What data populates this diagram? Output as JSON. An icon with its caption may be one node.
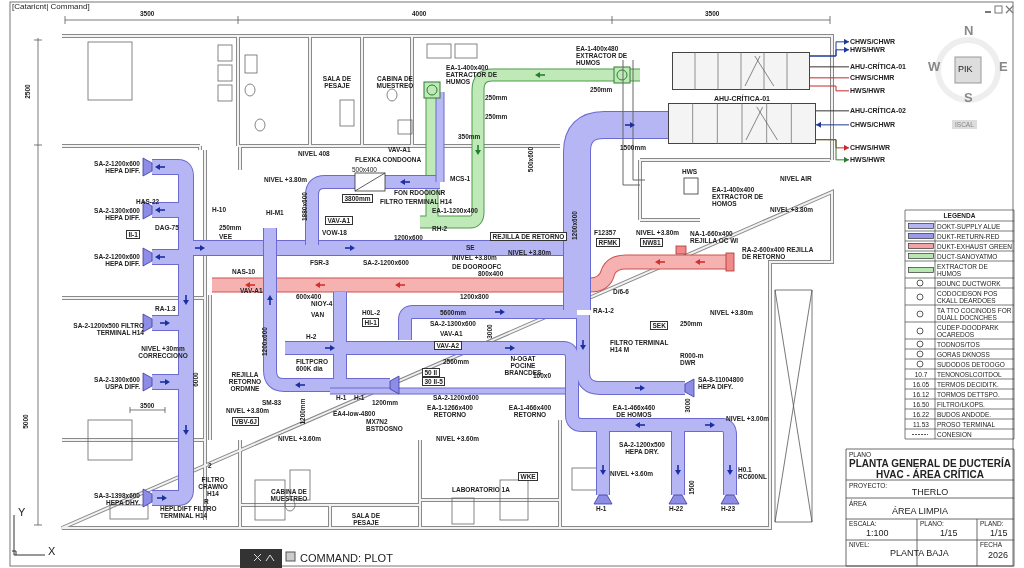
{
  "diagram": {
    "nodes": [
      {
        "text": [
          "AHU-CRÍTICA-01"
        ]
      },
      {
        "text": [],
        "shape": "box"
      },
      {
        "text": [
          "CHWS/CHWR"
        ]
      },
      {
        "text": [
          "HWS/HWR"
        ]
      },
      {
        "text": [
          "AHU-CRÍTICA-01"
        ]
      },
      {
        "text": [
          "CHWS/CHMR"
        ]
      },
      {
        "text": [
          "HWS/HWR"
        ]
      },
      {
        "text": [
          "AHU-CRÍTICA-02"
        ]
      },
      {
        "text": [
          "CHWS/CHWR"
        ]
      },
      {
        "text": [
          "CHWS/HWR"
        ]
      },
      {
        "text": [
          "HWS/HWR"
        ]
      }
    ],
    "edges": [
      {
        "from": 1,
        "to": 2,
        "arrow": "to",
        "color": "#1f3a93"
      },
      {
        "from": 1,
        "to": 3,
        "arrow": "to",
        "color": "#1f3a93"
      },
      {
        "from": 4,
        "to": 1,
        "arrow": "none",
        "color": "#333333"
      },
      {
        "from": 5,
        "to": 1,
        "arrow": "none",
        "color": "#c62828"
      },
      {
        "from": 6,
        "to": 1,
        "arrow": "none",
        "color": "#c62828"
      },
      {
        "from": 7,
        "to": 0,
        "arrow": "none",
        "color": "#333333"
      },
      {
        "from": 8,
        "to": 0,
        "arrow": "to",
        "color": "#1f3a93"
      },
      {
        "from": 0,
        "to": 9,
        "arrow": "to",
        "color": "#c62828"
      },
      {
        "from": 0,
        "to": 10,
        "arrow": "to",
        "color": "#2e7d32"
      }
    ],
    "labels": [
      "[Cataricnt| Command]",
      "3500",
      "4000",
      "3500",
      "2500",
      "SALA DE PESAJE",
      "CABINA DE MUESTREO",
      "EA-1-400x480 EXTRACTOR DE HUMOS",
      "EA-1-400x400 EATRACTOR DE HUMOS",
      "250mm",
      "250mm",
      "250mm",
      "350mm",
      "1500mm",
      "NIVEL 408",
      "VAV-A1",
      "FLEXKA CONDOONA",
      "500x400",
      "SA-2-1200x600 HEPA DIFF.",
      "NIVEL +3.80m",
      "MCS-1",
      "HWS",
      "NIVEL AIR",
      "FON RDOOIONR",
      "FILTRO TERMINAL H14",
      "EA-1-400x400 EXTRACTOR DE HOMOS",
      "3800mm",
      "HAS-22",
      "1880x600",
      "NIVEL +3.80m",
      "SA-2-1300x600 HEPA DIFF.",
      "H-10",
      "HI-M1",
      "VAV-A1",
      "EA-1-1200x400",
      "DAG-75",
      "II-1",
      "250mm",
      "VEE",
      "VOW-18",
      "RH-2",
      "1200x600",
      "F12357",
      "RFMK",
      "NIVEL +3.80m",
      "NW81",
      "NA-1-660x400 REJILLA OC WI",
      "1200x600",
      "500x600",
      "REJILLA DE RETORNO",
      "SE",
      "RA-2-600x400 REJILLA DE RETORNO",
      "SA-2-1200x600 HEPA DIFF.",
      "NIVEL +3.80m",
      "INIVEL +3.80m",
      "DE DOOROOFC",
      "FSR-3",
      "SA-2-1200x600",
      "NAS-10",
      "800x400",
      "600x400",
      "1200x800",
      "VAV-A1",
      "RA-1.3",
      "NIOY-4",
      "VAN",
      "D/6-6",
      "H0L-2",
      "5600mm",
      "RA-1-2",
      "NIVEL +3.80m",
      "HI-1",
      "SA-2-1300x600",
      "250mm",
      "SEK",
      "SA-2-1200x500 FILTRO TERMINAL H14",
      "VAV-A1",
      "H-2",
      "3000",
      "FILTRO TERMINAL H14 M",
      "VAV-A2",
      "NIVEL +30mm CORRECCIONO",
      "1200x600",
      "R000-m DWR",
      "6000",
      "2560mm",
      "N-OGAT POCINE BRANCDES",
      "FILTPCRO 600K dia",
      "50 II",
      "30 II-5",
      "REJILLA RETORNO ORDMNE",
      "SA-2-1300x600 USPA DIFF.",
      "100x0",
      "SA-8-11004800 HEPA DIFY.",
      "H-1",
      "H-1",
      "1200mm",
      "SA-2-1200x600",
      "SM-83",
      "3500",
      "EA-1-1266x400 RETORNO",
      "EA-1-466x400 RETORNO",
      "EA-1-466x460 DE HOMOS",
      "NIVEL +3.80m",
      "VBV-6J",
      "EA4-low-4800",
      "1200mm",
      "NIVEL +3.00m",
      "3000",
      "5000",
      "MX7N2 BSTDOSNO",
      "NIVEL +3.60m",
      "NIVEL +3.60m",
      "SA-2-1200x500 HEPA DRY.",
      "2",
      "NIVEL +3.60m",
      "H0.1 RC600NL",
      "WKE",
      "FILTRO CRAWNO H14",
      "SA-3-1398x600 HEPA DHY.",
      "CABINA DE MUESTREO",
      "LABORATORIO 1A",
      "1500",
      "R",
      "H-1",
      "H-22",
      "H-23",
      "HEPLDIFT FILTRO TERMINAL H14",
      "SALA DE PESAJE",
      "Y",
      "X",
      "COMMAND: PLOT",
      "N",
      "W",
      "PIK",
      "E",
      "S",
      "ISCAL",
      "LEGENDA",
      "10.7",
      "16.05",
      "16.12",
      "16.50",
      "16.22",
      "11.53",
      "PLANO",
      "PLANTA GENERAL DE DUCTERÍA HVAC - ÁREA CRÍTICA",
      "PROYECTO:",
      "THERLO",
      "ÁREA",
      "ÁREA LIMPIA",
      "ESCALA:",
      "1:100",
      "PLANO:",
      "1/15",
      "PLAND:",
      "1/15",
      "NIVEL:",
      "PLANTA BAJA",
      "FECHA",
      "2026"
    ],
    "legend": [
      {
        "text": "DOKT-SUPPLY ALUE",
        "color": "#b3b3f5"
      },
      {
        "text": "DUKT-RETURN-RED",
        "color": "#9a9af0"
      },
      {
        "text": "DUKT-EXHAUST GREEN",
        "color": "#f4a3a3"
      },
      {
        "text": "DUCT-SANOYATMO",
        "color": "#b8e8b2"
      },
      {
        "text": "EXTRACTOR DE HUMOS",
        "color": "#b8e8b2"
      },
      {
        "text": "BOUNC DUCTWORK"
      },
      {
        "text": "CODOCIDSON POS CKALL DEARDOES"
      },
      {
        "text": "TA TTO COCINODS FOR DUALL DOCNCHES"
      },
      {
        "text": "CUDEP-DOODPARK OCAREDOS"
      },
      {
        "text": "TODNOS/TOS"
      },
      {
        "text": "GORAS DKNOSS"
      },
      {
        "text": "SUDODOS DETOOGO"
      },
      {
        "text": "TENONOSLCOITDOL"
      },
      {
        "text": "TERMOS DECIDITK."
      },
      {
        "text": "TORMOS DETTSPO."
      },
      {
        "text": "FILTRO/LKOPS."
      },
      {
        "text": "BUDOS ANDODE."
      },
      {
        "text": "PROSO TERMINAL"
      },
      {
        "text": "CONESION"
      }
    ]
  }
}
